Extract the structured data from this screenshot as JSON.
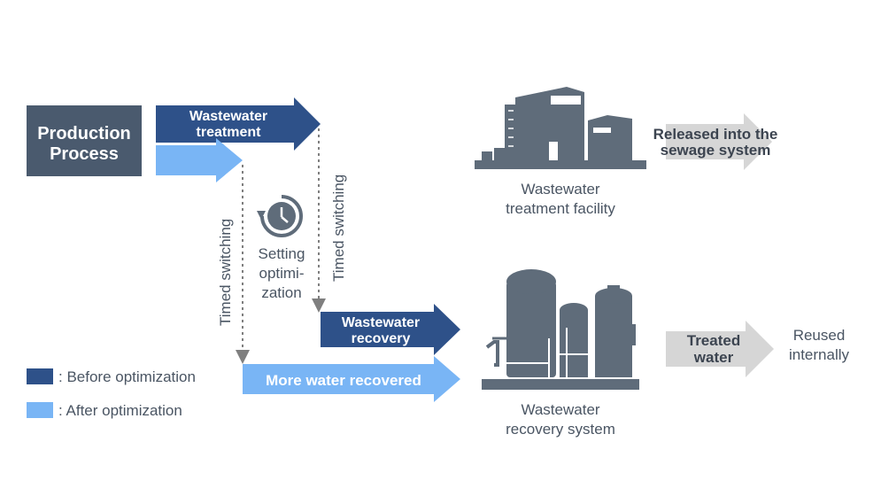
{
  "colors": {
    "before": "#2e5189",
    "after": "#79b5f5",
    "process_box": "#4a5a6e",
    "icon_gray": "#5f6c7a",
    "output_arrow": "#d6d6d6",
    "dotted": "#7f7f7f"
  },
  "production": {
    "line1": "Production",
    "line2": "Process"
  },
  "arrows": {
    "treatment": {
      "line1": "Wastewater",
      "line2": "treatment"
    },
    "recovery": {
      "line1": "Wastewater",
      "line2": "recovery"
    },
    "more_recovered": "More water recovered",
    "released": {
      "line1": "Released into the",
      "line2": "sewage system"
    },
    "treated": {
      "line1": "Treated",
      "line2": "water"
    }
  },
  "switching": {
    "left": "Timed switching",
    "right": "Timed switching"
  },
  "optimization": {
    "line1": "Setting",
    "line2": "optimi-",
    "line3": "zation",
    "icon": "clock-refresh-icon"
  },
  "facilities": {
    "treatment": {
      "line1": "Wastewater",
      "line2": "treatment facility",
      "icon": "factory-icon"
    },
    "recovery": {
      "line1": "Wastewater",
      "line2": "recovery system",
      "icon": "tanks-icon"
    }
  },
  "reused": {
    "line1": "Reused",
    "line2": "internally"
  },
  "legend": {
    "before": ": Before optimization",
    "after": ": After optimization"
  }
}
